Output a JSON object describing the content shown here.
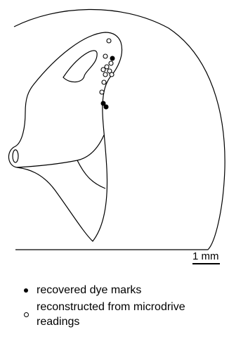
{
  "diagram": {
    "colors": {
      "stroke": "#000000",
      "background": "#ffffff"
    },
    "scale_bar": {
      "label": "1 mm"
    },
    "legend": [
      {
        "symbol": "filled-circle",
        "label": "recovered dye marks"
      },
      {
        "symbol": "open-circle",
        "label": "reconstructed from microdrive readings"
      }
    ]
  }
}
